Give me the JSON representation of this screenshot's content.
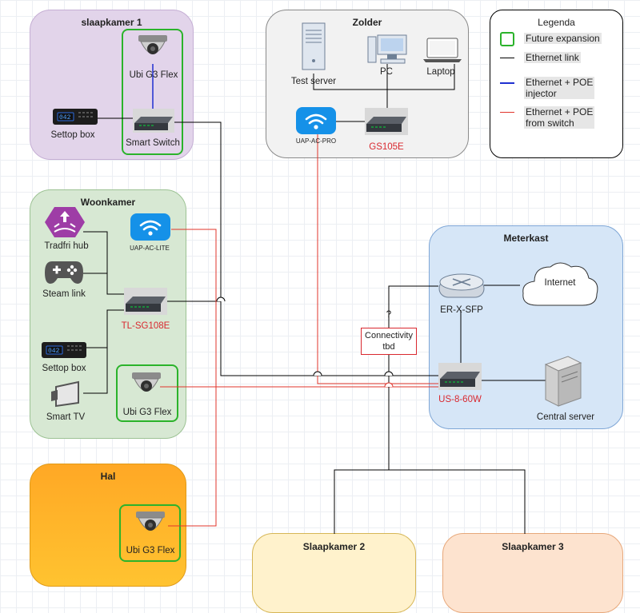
{
  "rooms": {
    "slaapkamer1": {
      "title": "slaapkamer 1",
      "color": "#e2d4ea"
    },
    "zolder": {
      "title": "Zolder",
      "color": "#f2f2f2"
    },
    "woonkamer": {
      "title": "Woonkamer",
      "color": "#d7e8d3"
    },
    "meterkast": {
      "title": "Meterkast",
      "color": "#d6e6f7"
    },
    "hal": {
      "title": "Hal",
      "color": "#ffb21f"
    },
    "slaapkamer2": {
      "title": "Slaapkamer 2",
      "color": "#fff2cc"
    },
    "slaapkamer3": {
      "title": "Slaapkamer 3",
      "color": "#fde3cf"
    }
  },
  "devices": {
    "s1_camera": "Ubi G3 Flex",
    "s1_settop": "Settop box",
    "s1_switch": "Smart Switch",
    "z_test_server": "Test server",
    "z_pc": "PC",
    "z_laptop": "Laptop",
    "z_ap": "UAP-AC-PRO",
    "z_switch": "GS105E",
    "w_tradfri": "Tradfri hub",
    "w_ap": "UAP-AC-LITE",
    "w_steam": "Steam link",
    "w_switch": "TL-SG108E",
    "w_settop": "Settop box",
    "w_camera": "Ubi G3 Flex",
    "w_tv": "Smart TV",
    "m_router": "ER-X-SFP",
    "m_internet": "Internet",
    "m_switch": "US-8-60W",
    "m_server": "Central server",
    "h_camera": "Ubi G3 Flex",
    "settop_display": "042"
  },
  "note": {
    "question": "?",
    "line1": "Connectivity",
    "line2": "tbd"
  },
  "legend": {
    "title": "Legenda",
    "items": [
      {
        "label1": "Future expansion",
        "label2": "",
        "kind": "box",
        "color": "#2bb32b"
      },
      {
        "label1": "Ethernet link",
        "label2": "",
        "kind": "line",
        "color": "#000000"
      },
      {
        "label1": "Ethernet + POE",
        "label2": "injector",
        "kind": "line",
        "color": "#1f2fd1"
      },
      {
        "label1": "Ethernet + POE",
        "label2": "from switch",
        "kind": "line",
        "color": "#e0342b"
      }
    ]
  },
  "colors": {
    "poe_switch": "#e0342b",
    "poe_injector": "#1f2fd1",
    "ethernet": "#000000",
    "expansion": "#2bb32b",
    "accent_red": "#d9282f"
  }
}
